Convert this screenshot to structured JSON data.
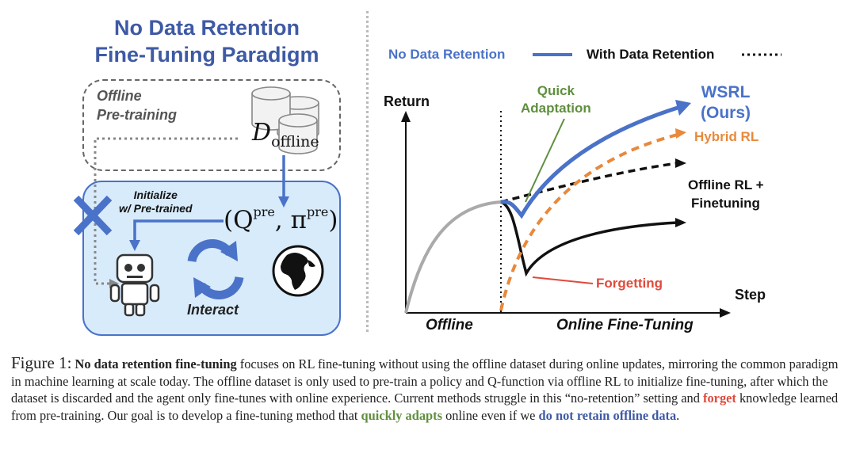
{
  "left_panel": {
    "title_line1": "No Data Retention",
    "title_line2": "Fine-Tuning Paradigm",
    "offline_label_line1": "Offline",
    "offline_label_line2": "Pre-training",
    "dataset_symbol": "D",
    "dataset_subscript": "offline",
    "init_label_line1": "Initialize",
    "init_label_line2": "w/ Pre-trained",
    "q_open": "(Q",
    "q_sup": "pre",
    "pi_mid": ", π",
    "pi_sup": "pre",
    "q_close": ")",
    "interact_label": "Interact",
    "accent_color": "#4a72c8",
    "box_fill_color": "#d8ebfb"
  },
  "chart_data": {
    "type": "line",
    "title": "",
    "legend": [
      {
        "name": "No Data Retention",
        "style": "solid",
        "color": "#4a72c8"
      },
      {
        "name": "With Data Retention",
        "style": "dotted",
        "color": "#111111"
      }
    ],
    "ylabel": "Return",
    "xlabel": "Step",
    "phases": [
      "Offline",
      "Online Fine-Tuning"
    ],
    "annotations": {
      "quick_adaptation_line1": "Quick",
      "quick_adaptation_line2": "Adaptation",
      "forgetting": "Forgetting"
    },
    "series": [
      {
        "name": "WSRL (Ours)",
        "label_line1": "WSRL",
        "label_line2": "(Ours)",
        "color": "#4a72c8",
        "style": "solid"
      },
      {
        "name": "Hybrid RL",
        "label": "Hybrid RL",
        "color": "#e8893c",
        "style": "dashed"
      },
      {
        "name": "Offline RL + Finetuning",
        "label_line1": "Offline RL +",
        "label_line2": "Finetuning",
        "color": "#111111",
        "style": "solid"
      },
      {
        "name": "Offline pre-training curve",
        "color": "#aaaaaa",
        "style": "solid"
      }
    ]
  },
  "caption": {
    "figure_label": "Figure 1:",
    "bold_lead": "No data retention fine-tuning",
    "text_1": " focuses on RL fine-tuning without using the offline dataset during online updates, mirroring the common paradigm in machine learning at scale today. The offline dataset is only used to pre-train a policy and Q-function via offline RL to initialize fine-tuning, after which the dataset is discarded and the agent only fine-tunes with online experience. Current methods struggle in this “no-retention” setting and ",
    "red_word": "forget",
    "text_2": " knowledge learned from pre-training. Our goal is to develop a fine-tuning method that ",
    "green_phrase": "quickly adapts",
    "text_3": " online even if we ",
    "blue_phrase": "do not retain offline data",
    "text_4": "."
  }
}
